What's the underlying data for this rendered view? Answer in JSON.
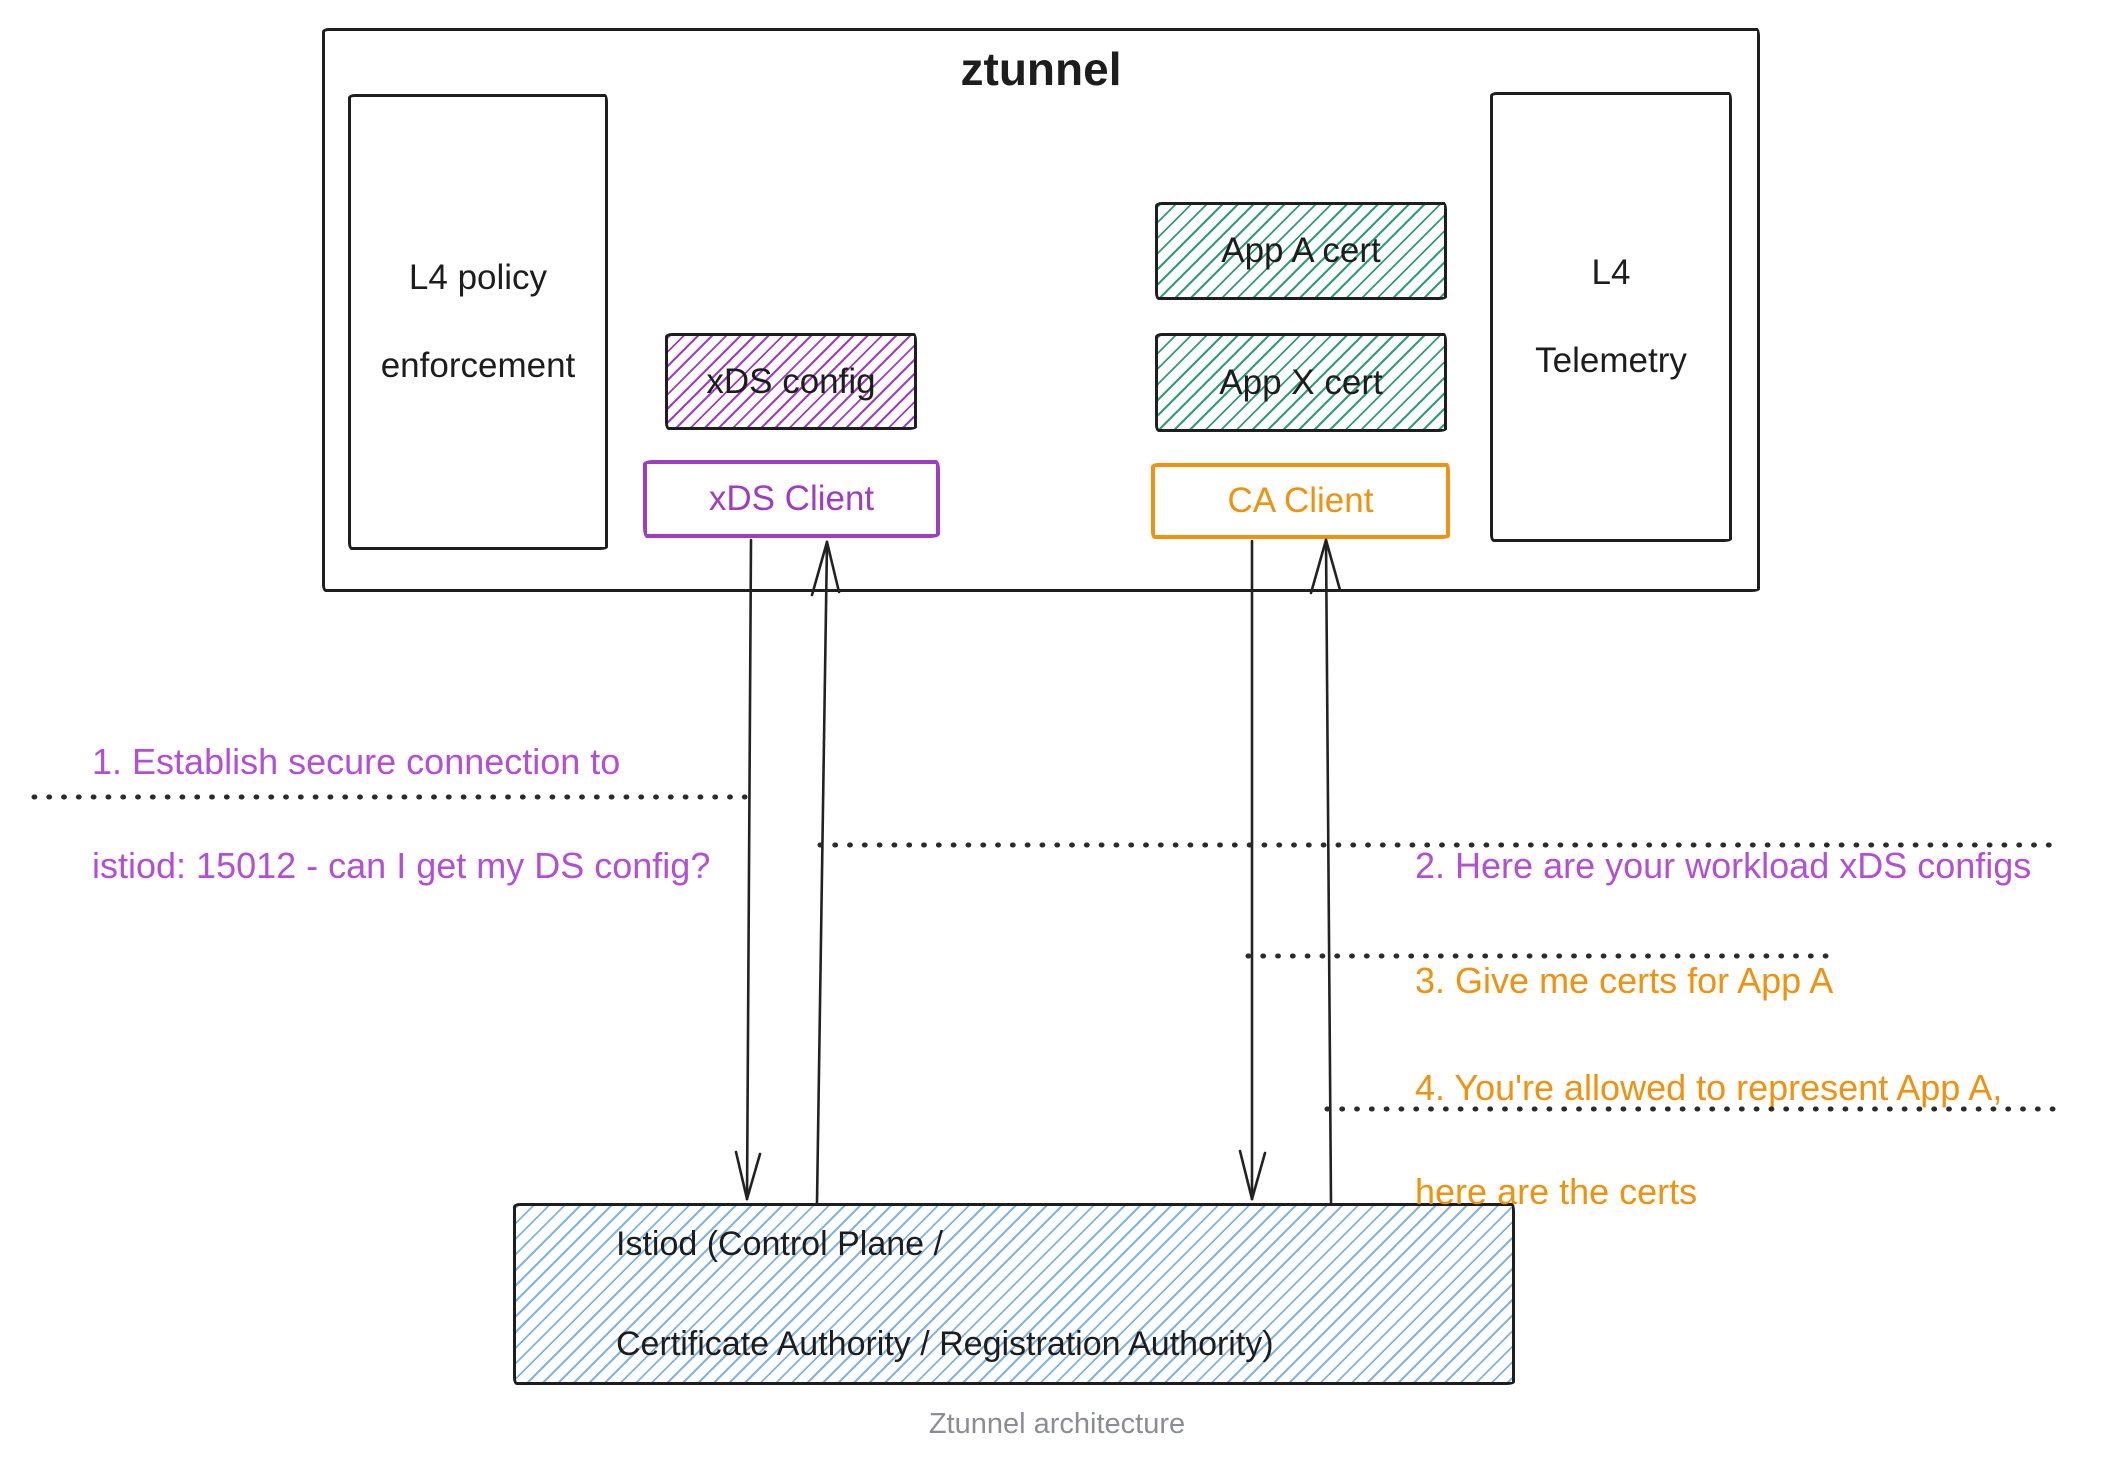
{
  "diagram": {
    "title": "ztunnel",
    "caption": "Ztunnel architecture"
  },
  "boxes": {
    "l4_policy": {
      "lines": [
        "L4 policy",
        "enforcement"
      ]
    },
    "xds_config": {
      "label": "xDS config"
    },
    "app_a_cert": {
      "label": "App A cert"
    },
    "app_x_cert": {
      "label": "App X cert"
    },
    "l4_telemetry": {
      "lines": [
        "L4",
        "Telemetry"
      ]
    },
    "xds_client": {
      "label": "xDS Client"
    },
    "ca_client": {
      "label": "CA Client"
    },
    "istiod": {
      "lines": [
        "Istiod (Control Plane /",
        "Certificate Authority / Registration Authority)"
      ]
    }
  },
  "annotations": {
    "step1": {
      "lines": [
        "1. Establish secure connection to",
        "istiod: 15012 - can I get my DS config?"
      ],
      "color": "#b24fd4"
    },
    "step2": {
      "lines": [
        "2. Here are your workload xDS configs"
      ],
      "color": "#b24fd4"
    },
    "step3": {
      "lines": [
        "3. Give me certs for App A"
      ],
      "color": "#ee9210"
    },
    "step4": {
      "lines": [
        "4. You're allowed to represent App A,",
        "here are the certs"
      ],
      "color": "#ee9210"
    }
  },
  "colors": {
    "purple-accent": "#a03cc0",
    "purple-note": "#b24fd4",
    "orange-accent": "#ee9210",
    "teal-hatch": "#2f9e77",
    "blue-hatch": "#7fb5e4",
    "ink": "#1e1e1e",
    "caption-gray": "#8c8c94",
    "dotted-line": "#2b2b2b"
  }
}
